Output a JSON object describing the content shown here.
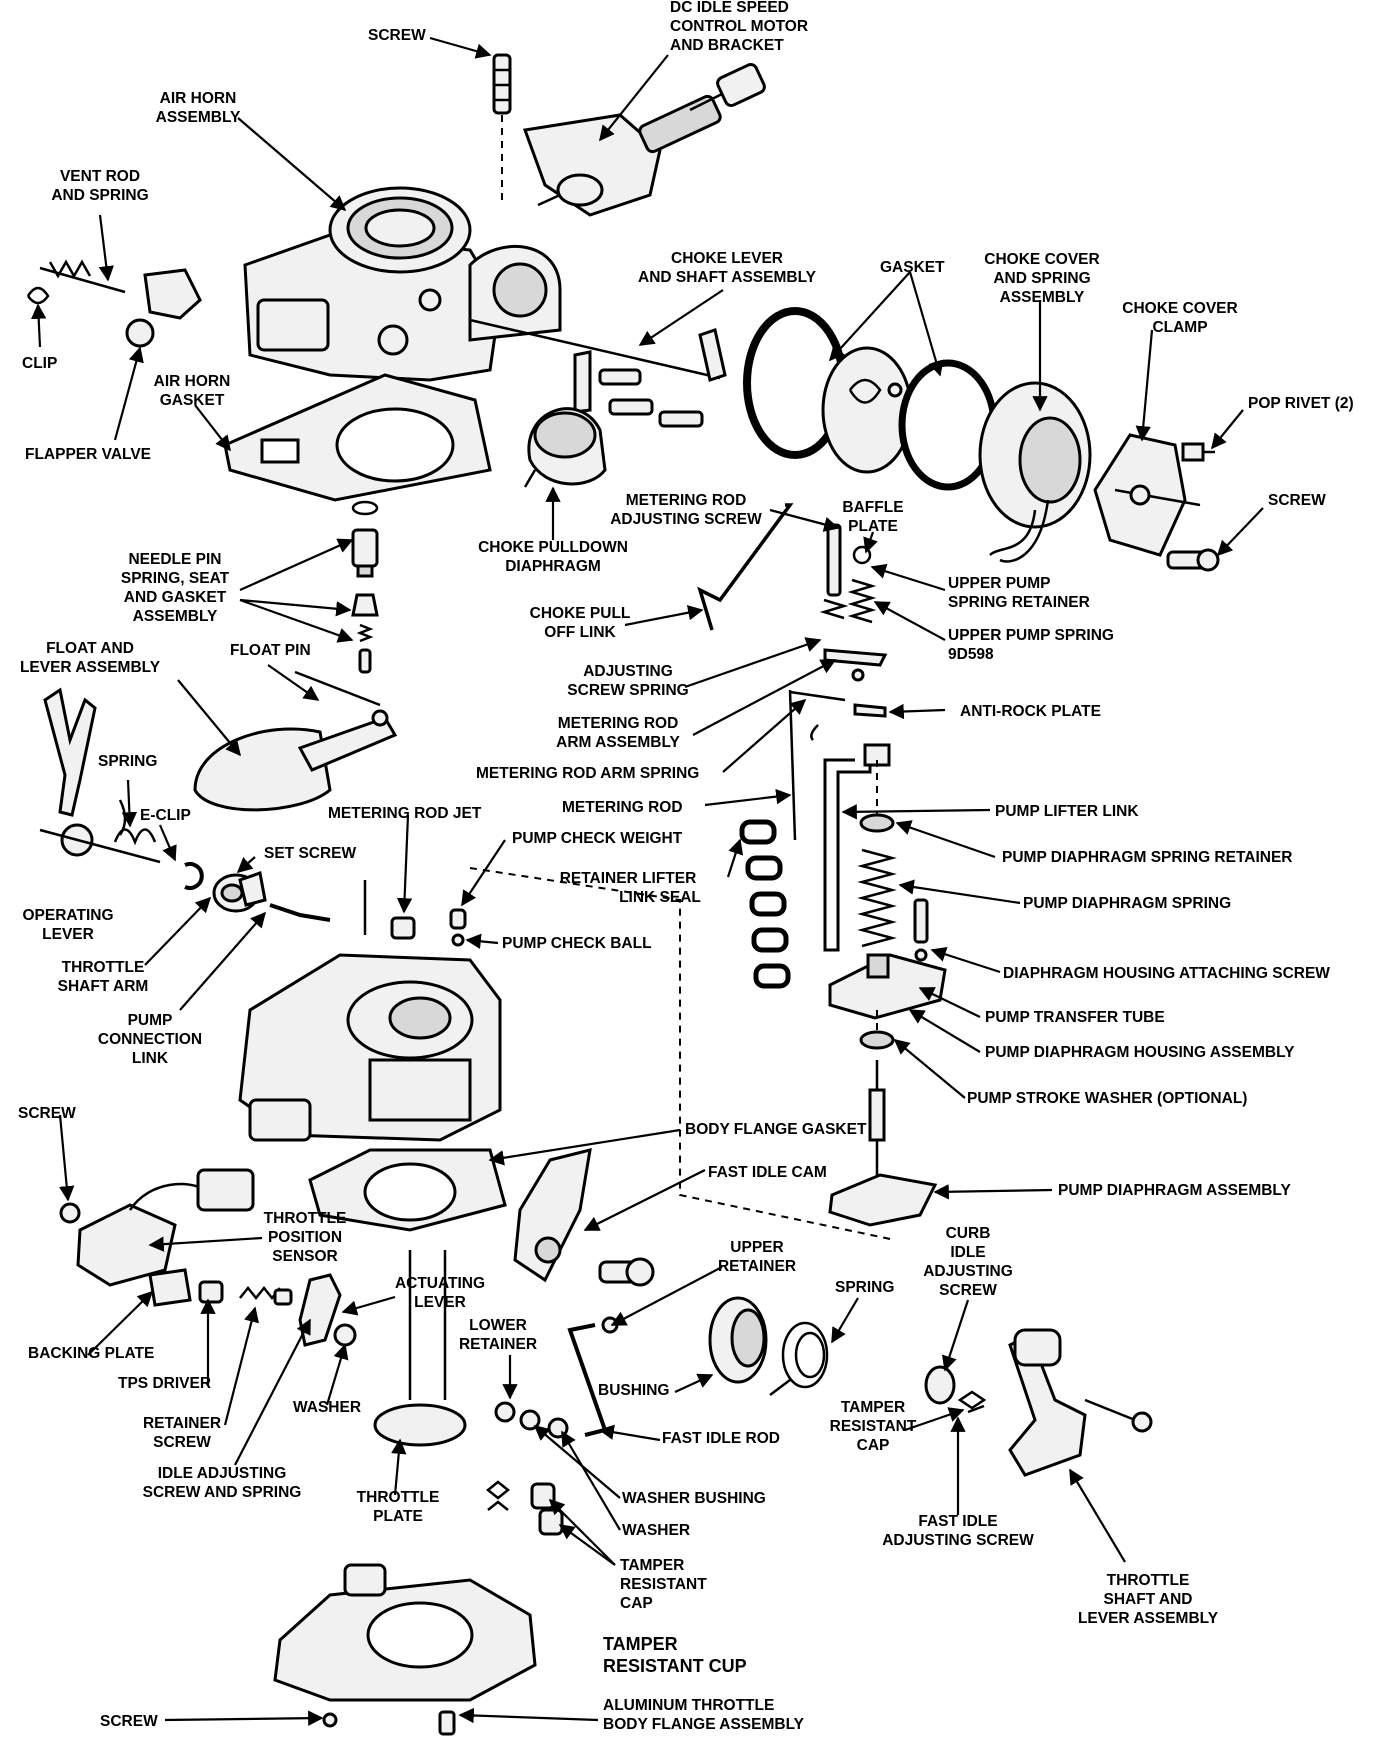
{
  "labels": {
    "screw_top": [
      "SCREW"
    ],
    "dc_idle_motor": [
      "DC IDLE SPEED",
      "CONTROL MOTOR",
      "AND BRACKET"
    ],
    "air_horn_assembly": [
      "AIR HORN",
      "ASSEMBLY"
    ],
    "vent_rod": [
      "VENT ROD",
      "AND SPRING"
    ],
    "clip": [
      "CLIP"
    ],
    "air_horn_gasket": [
      "AIR HORN",
      "GASKET"
    ],
    "flapper_valve": [
      "FLAPPER VALVE"
    ],
    "choke_lever": [
      "CHOKE LEVER",
      "AND SHAFT ASSEMBLY"
    ],
    "gasket": [
      "GASKET"
    ],
    "choke_cover_spring": [
      "CHOKE COVER",
      "AND SPRING",
      "ASSEMBLY"
    ],
    "choke_cover_clamp": [
      "CHOKE COVER",
      "CLAMP"
    ],
    "pop_rivet": [
      "POP RIVET (2)"
    ],
    "screw_right": [
      "SCREW"
    ],
    "metering_rod_adjusting_screw": [
      "METERING ROD",
      "ADJUSTING SCREW"
    ],
    "baffle_plate": [
      "BAFFLE",
      "PLATE"
    ],
    "choke_pulldown": [
      "CHOKE PULLDOWN",
      "DIAPHRAGM"
    ],
    "upper_pump_spring_retainer": [
      "UPPER PUMP",
      "SPRING RETAINER"
    ],
    "needle_pin": [
      "NEEDLE PIN",
      "SPRING, SEAT",
      "AND GASKET",
      "ASSEMBLY"
    ],
    "choke_pull_off_link": [
      "CHOKE PULL",
      "OFF LINK"
    ],
    "upper_pump_spring": [
      "UPPER PUMP SPRING",
      "9D598"
    ],
    "float_lever": [
      "FLOAT AND",
      "LEVER ASSEMBLY"
    ],
    "float_pin": [
      "FLOAT PIN"
    ],
    "adjusting_screw_spring": [
      "ADJUSTING",
      "SCREW SPRING"
    ],
    "metering_rod_arm_assembly": [
      "METERING ROD",
      "ARM ASSEMBLY"
    ],
    "anti_rock_plate": [
      "ANTI-ROCK PLATE"
    ],
    "metering_rod_arm_spring": [
      "METERING ROD ARM SPRING"
    ],
    "spring": [
      "SPRING"
    ],
    "metering_rod": [
      "METERING ROD"
    ],
    "pump_lifter_link": [
      "PUMP LIFTER LINK"
    ],
    "e_clip": [
      "E-CLIP"
    ],
    "metering_rod_jet": [
      "METERING ROD JET"
    ],
    "pump_check_weight": [
      "PUMP CHECK WEIGHT"
    ],
    "pump_diaphragm_spring_retainer": [
      "PUMP DIAPHRAGM SPRING RETAINER"
    ],
    "set_screw": [
      "SET SCREW"
    ],
    "retainer_lifter_link_seal": [
      "RETAINER LIFTER",
      "LINK SEAL"
    ],
    "pump_diaphragm_spring": [
      "PUMP DIAPHRAGM SPRING"
    ],
    "operating_lever": [
      "OPERATING",
      "LEVER"
    ],
    "pump_check_ball": [
      "PUMP CHECK BALL"
    ],
    "diaphragm_housing_screw": [
      "DIAPHRAGM HOUSING ATTACHING SCREW"
    ],
    "throttle_shaft_arm": [
      "THROTTLE",
      "SHAFT ARM"
    ],
    "pump_transfer_tube": [
      "PUMP TRANSFER TUBE"
    ],
    "pump_connection_link": [
      "PUMP",
      "CONNECTION",
      "LINK"
    ],
    "pump_diaphragm_housing": [
      "PUMP DIAPHRAGM HOUSING ASSEMBLY"
    ],
    "pump_stroke_washer": [
      "PUMP STROKE WASHER (OPTIONAL)"
    ],
    "screw_left": [
      "SCREW"
    ],
    "body_flange_gasket": [
      "BODY FLANGE GASKET"
    ],
    "fast_idle_cam": [
      "FAST IDLE CAM"
    ],
    "pump_diaphragm_assembly": [
      "PUMP DIAPHRAGM ASSEMBLY"
    ],
    "throttle_position_sensor": [
      "THROTTLE",
      "POSITION",
      "SENSOR"
    ],
    "curb_idle": [
      "CURB",
      "IDLE",
      "ADJUSTING",
      "SCREW"
    ],
    "upper_retainer": [
      "UPPER",
      "RETAINER"
    ],
    "actuating_lever": [
      "ACTUATING",
      "LEVER"
    ],
    "spring_bottom": [
      "SPRING"
    ],
    "lower_retainer": [
      "LOWER",
      "RETAINER"
    ],
    "backing_plate": [
      "BACKING PLATE"
    ],
    "bushing": [
      "BUSHING"
    ],
    "tps_driver": [
      "TPS DRIVER"
    ],
    "tamper_cap_right": [
      "TAMPER",
      "RESISTANT",
      "CAP"
    ],
    "washer_left": [
      "WASHER"
    ],
    "fast_idle_rod": [
      "FAST IDLE ROD"
    ],
    "retainer_screw": [
      "RETAINER",
      "SCREW"
    ],
    "idle_adjusting_screw": [
      "IDLE ADJUSTING",
      "SCREW AND SPRING"
    ],
    "washer_bushing": [
      "WASHER BUSHING"
    ],
    "throttle_plate": [
      "THROTTLE",
      "PLATE"
    ],
    "washer_mid": [
      "WASHER"
    ],
    "fast_idle_adjusting_screw": [
      "FAST IDLE",
      "ADJUSTING SCREW"
    ],
    "tamper_cap_mid": [
      "TAMPER",
      "RESISTANT",
      "CAP"
    ],
    "throttle_shaft_lever": [
      "THROTTLE",
      "SHAFT AND",
      "LEVER ASSEMBLY"
    ],
    "tamper_cup": [
      "TAMPER",
      "RESISTANT CUP"
    ],
    "screw_bottom": [
      "SCREW"
    ],
    "aluminum_flange": [
      "ALUMINUM THROTTLE",
      "BODY FLANGE ASSEMBLY"
    ]
  }
}
